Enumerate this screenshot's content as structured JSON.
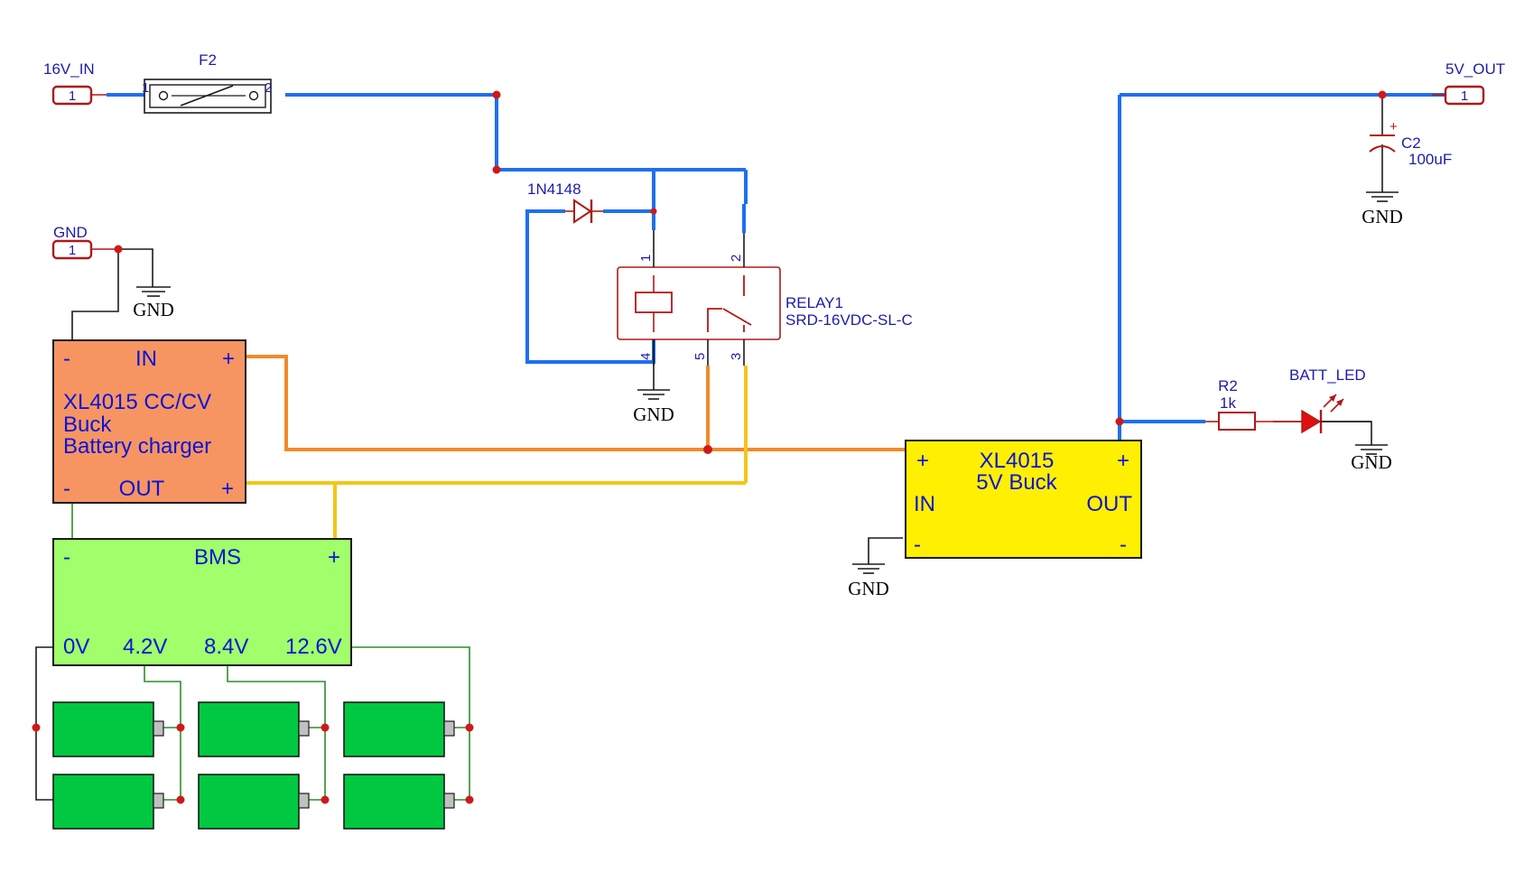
{
  "colors": {
    "wire_main": "#1f6ff0",
    "wire_orange": "#f28a2c",
    "wire_yellow": "#f5c518",
    "wire_green": "#2a8f2a",
    "wire_black": "#1a1a1a",
    "junction": "#d01818",
    "charger_fill": "#f79562",
    "bms_fill": "#a0ff6a",
    "buck_fill": "#ffef00",
    "cell_fill": "#00c840",
    "relay_stroke": "#b01818",
    "led_fill": "#e01010"
  },
  "connectors": {
    "input": {
      "net": "16V_IN",
      "pin": "1"
    },
    "gnd": {
      "net": "GND",
      "pin": "1"
    },
    "output": {
      "net": "5V_OUT",
      "pin": "1"
    }
  },
  "fuse": {
    "ref": "F2",
    "pin1": "1",
    "pin2": "2"
  },
  "diode": {
    "ref": "1N4148"
  },
  "relay": {
    "ref": "RELAY1",
    "part": "SRD-16VDC-SL-C",
    "pins": [
      "1",
      "2",
      "3",
      "4",
      "5"
    ]
  },
  "capacitor": {
    "ref": "C2",
    "value": "100uF",
    "polarity": "+"
  },
  "resistor": {
    "ref": "R2",
    "value": "1k"
  },
  "led": {
    "ref": "BATT_LED"
  },
  "ground_label": "GND",
  "charger": {
    "top_minus": "-",
    "top_label": "IN",
    "top_plus": "+",
    "title_line1": "XL4015 CC/CV",
    "title_line2": "Buck",
    "title_line3": "Battery charger",
    "bottom_minus": "-",
    "bottom_label": "OUT",
    "bottom_plus": "+"
  },
  "buck": {
    "in_plus": "+",
    "in_label": "IN",
    "in_minus": "-",
    "title_line1": "XL4015",
    "title_line2": "5V Buck",
    "out_plus": "+",
    "out_label": "OUT",
    "out_minus": "-"
  },
  "bms": {
    "minus": "-",
    "title": "BMS",
    "plus": "+",
    "taps": [
      "0V",
      "4.2V",
      "8.4V",
      "12.6V"
    ]
  },
  "battery_cells": {
    "series": 3,
    "parallel": 2
  }
}
